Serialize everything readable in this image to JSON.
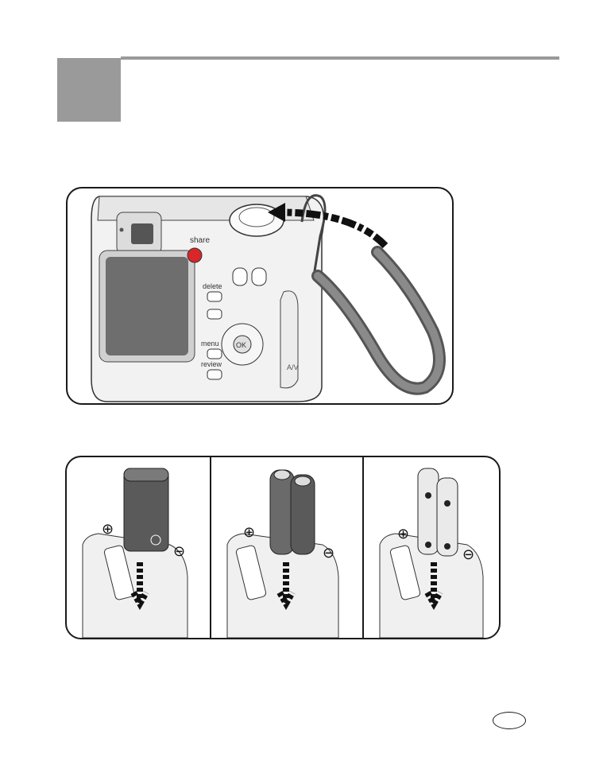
{
  "strap_figure": {
    "share_label": "share",
    "delete_label": "delete",
    "menu_label": "menu",
    "review_label": "review",
    "ok_label": "OK",
    "av_label": "A/V"
  },
  "battery_figure": {
    "plus_symbol": "⊕",
    "minus_symbol": "⊖"
  },
  "colors": {
    "chapter_gray": "#9a9a9a",
    "share_red": "#d9262a",
    "outline": "#1a1a1a"
  }
}
